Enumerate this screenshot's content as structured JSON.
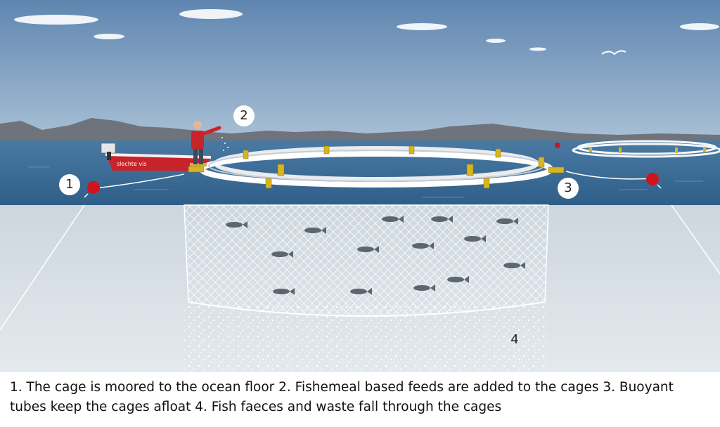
{
  "scene": {
    "boat_name": "slechte vis",
    "markers": [
      "1",
      "2",
      "3",
      "4"
    ],
    "colors": {
      "sky": "#6b8fb5",
      "water": "#3f6f97",
      "underwater": "#dde4ea",
      "buoy": "#d0141e",
      "boat_hull": "#c8232b",
      "float_clamp": "#d8b421"
    }
  },
  "caption": "1. The cage is moored to the ocean floor 2. Fishemeal based feeds are added to the cages 3. Buoyant tubes keep the cages afloat 4. Fish faeces and waste fall through the cages"
}
